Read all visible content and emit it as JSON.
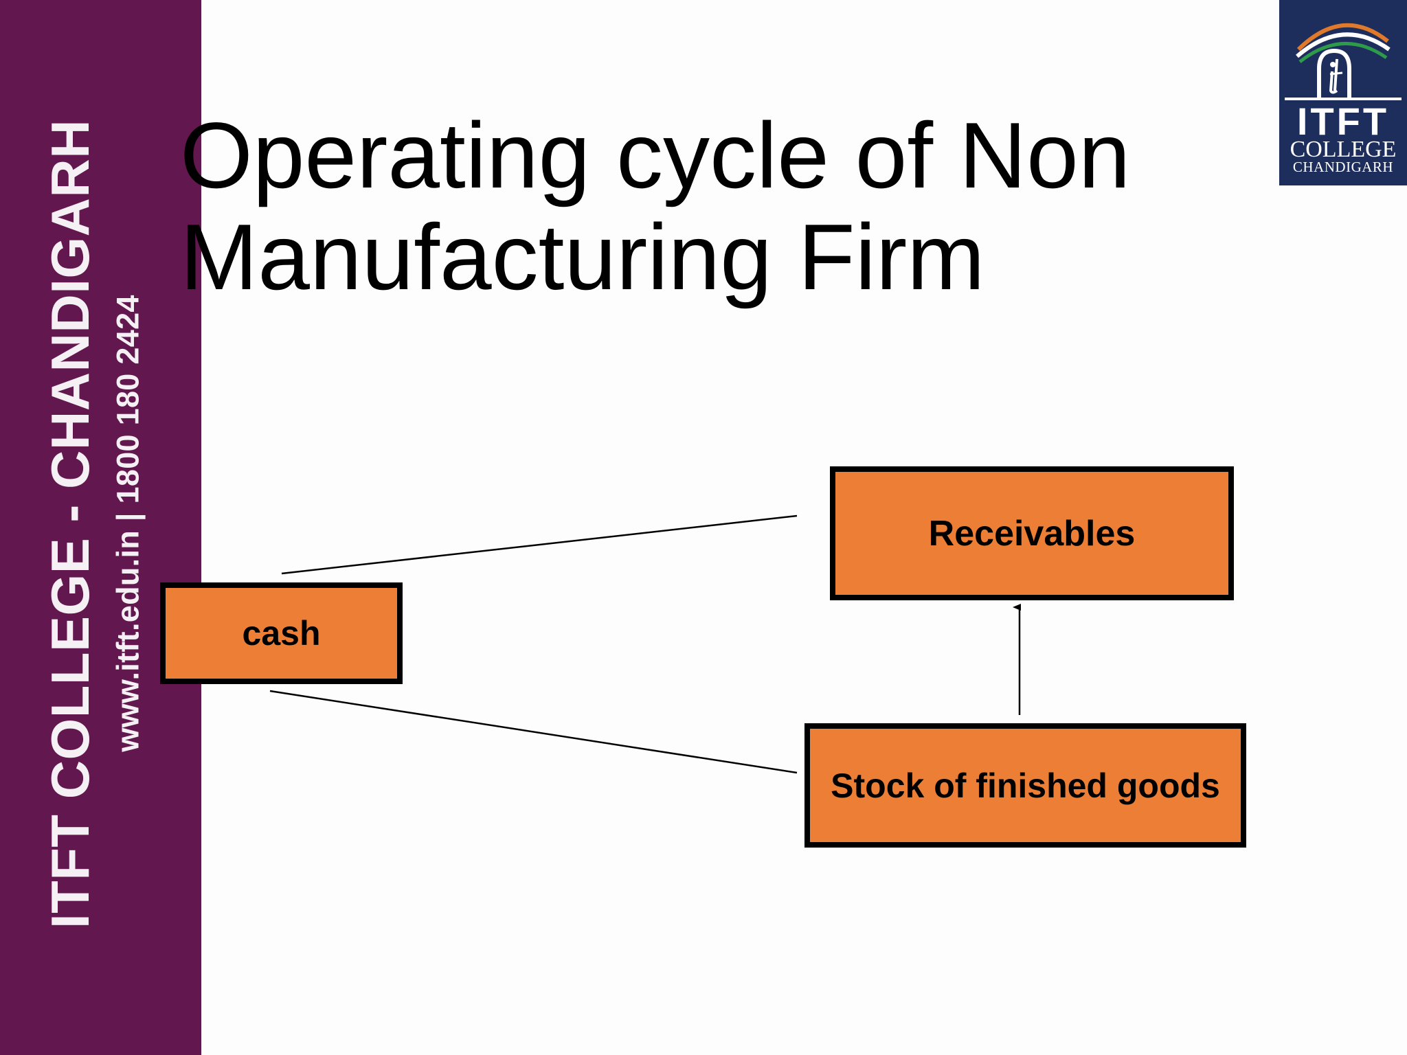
{
  "sidebar": {
    "line1": "ITFT COLLEGE - CHANDIGARH",
    "line2": "www.itft.edu.in  |  1800 180 2424",
    "color": "#63174f"
  },
  "logo": {
    "name": "ITFT",
    "line1": "COLLEGE",
    "line2": "CHANDIGARH",
    "background": "#1d2d5c"
  },
  "title": {
    "line1": "Operating cycle of Non",
    "line2": "Manufacturing Firm"
  },
  "diagram": {
    "nodes": {
      "cash": "cash",
      "receivables": "Receivables",
      "stock": "Stock of finished goods"
    },
    "box_color": "#ec7f35",
    "edges": [
      {
        "from": "cash",
        "to": "receivables",
        "arrow": false
      },
      {
        "from": "cash",
        "to": "stock",
        "arrow": false
      },
      {
        "from": "stock",
        "to": "receivables",
        "arrow": true
      }
    ]
  }
}
